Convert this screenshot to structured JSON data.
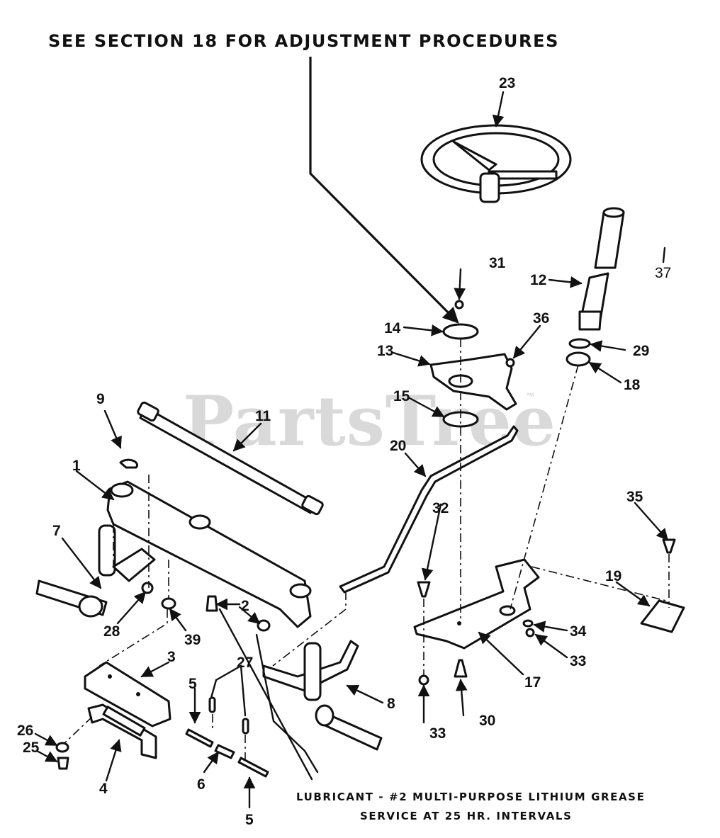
{
  "header": "SEE SECTION 18 FOR ADJUSTMENT PROCEDURES",
  "watermark": "PartsTree",
  "watermark_tm": "™",
  "note_line1": "LUBRICANT - #2 MULTI-PURPOSE LITHIUM GREASE",
  "note_line2": "SERVICE AT 25 HR. INTERVALS",
  "callouts": {
    "c1": "1",
    "c2": "2",
    "c3": "3",
    "c4": "4",
    "c5a": "5",
    "c5b": "5",
    "c6": "6",
    "c7": "7",
    "c8": "8",
    "c9": "9",
    "c11": "11",
    "c12": "12",
    "c13": "13",
    "c14": "14",
    "c15": "15",
    "c17": "17",
    "c18": "18",
    "c19": "19",
    "c20": "20",
    "c23": "23",
    "c25": "25",
    "c26": "26",
    "c27": "27",
    "c28": "28",
    "c29": "29",
    "c30": "30",
    "c31": "31",
    "c32": "32",
    "c33a": "33",
    "c33b": "33",
    "c34": "34",
    "c35": "35",
    "c36": "36",
    "c37": "37",
    "c39": "39"
  }
}
